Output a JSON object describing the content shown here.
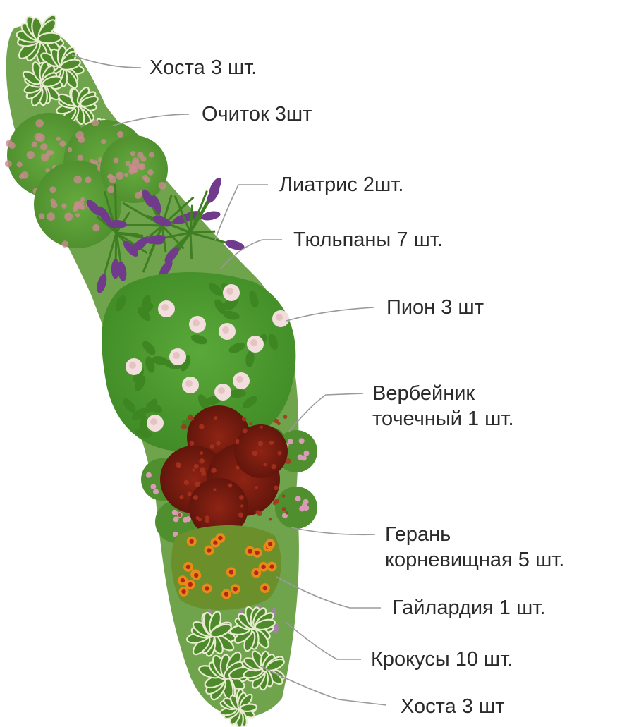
{
  "labels": [
    {
      "lines": [
        "Хоста 3 шт."
      ]
    },
    {
      "lines": [
        "Очиток 3шт"
      ]
    },
    {
      "lines": [
        "Лиатрис 2шт."
      ]
    },
    {
      "lines": [
        "Тюльпаны 7 шт."
      ]
    },
    {
      "lines": [
        "Пион 3 шт"
      ]
    },
    {
      "lines": [
        "Вербейник",
        "точечный 1  шт."
      ]
    },
    {
      "lines": [
        "Герань",
        "корневищная 5 шт."
      ]
    },
    {
      "lines": [
        "Гайлардия 1 шт."
      ]
    },
    {
      "lines": [
        "Крокусы 10 шт."
      ]
    },
    {
      "lines": [
        "Хоста 3 шт"
      ]
    }
  ],
  "colors": {
    "leader": "#9a9a9a",
    "text": "#2b2b2b",
    "hosta_leaf": "#4e8a2c",
    "hosta_vein": "#e8eccf",
    "sedum": "#5c9f36",
    "sedum_bloom": "#c98b8f",
    "liatris": "#6f3b8a",
    "peony_leaf": "#4f9a2f",
    "peony_bloom": "#f3dede",
    "lysimachia": "#7a1c10",
    "geranium_bloom": "#d99bb8",
    "gaillardia": "#e88a17",
    "gaillardia_center": "#b3261a"
  }
}
